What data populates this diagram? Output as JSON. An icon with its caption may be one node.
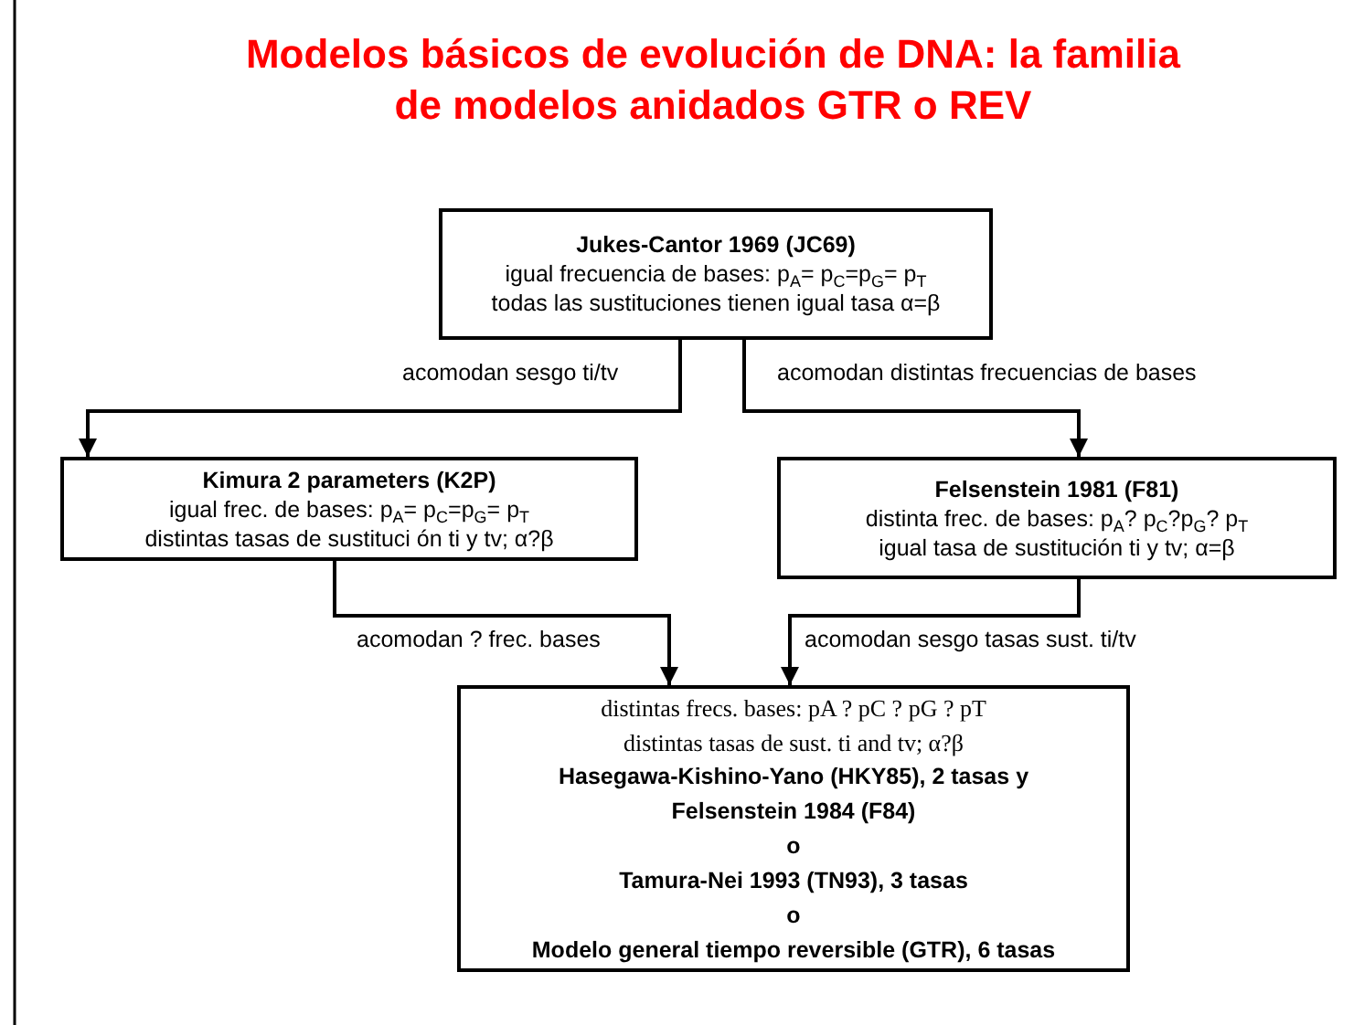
{
  "diagram": {
    "title": "Modelos básicos de evolución de DNA: la familia de modelos anidados GTR o REV",
    "nodes": [
      {
        "text": [
          "Jukes-Cantor 1969 (JC69)",
          "igual frecuencia de bases: p$_{A}$= p$_{C}$=p$_{G}$= p$_{T}$",
          "todas las sustituciones tienen igual tasa α=β"
        ]
      },
      {
        "text": [
          "Kimura 2 parameters (K2P)",
          "igual frec. de bases: p$_{A}$= p$_{C}$=p$_{G}$= p$_{T}$",
          "distintas tasas de sustituci ón ti y  tv; α?β"
        ]
      },
      {
        "text": [
          "Felsenstein 1981  (F81)",
          "distinta frec. de bases: p$_{A}$? p$_{C}$?p$_{G}$? p$_{T}$",
          "igual tasa de sustitución ti y  tv;  α=β"
        ]
      },
      {
        "text": [
          "distintas frecs. bases: pA ? pC ? pG ? pT",
          "distintas tasas de sust. ti and tv; α?β",
          "Hasegawa-Kishino-Yano (HKY85), 2 tasas y Felsenstein 1984 (F84)",
          "o",
          "Tamura-Nei 1993 (TN93), 3 tasas",
          "o",
          "Modelo general tiempo reversible (GTR), 6 tasas"
        ]
      }
    ],
    "edges": [
      {
        "from": 0,
        "to": 1,
        "arrow": "to",
        "label": "acomodan sesgo ti/tv"
      },
      {
        "from": 0,
        "to": 2,
        "arrow": "to",
        "label": "acomodan distintas frecuencias de bases"
      },
      {
        "from": 1,
        "to": 3,
        "arrow": "to",
        "label": "acomodan ? frec. bases"
      },
      {
        "from": 2,
        "to": 3,
        "arrow": "to",
        "label": "acomodan sesgo tasas sust. ti/tv"
      }
    ]
  }
}
